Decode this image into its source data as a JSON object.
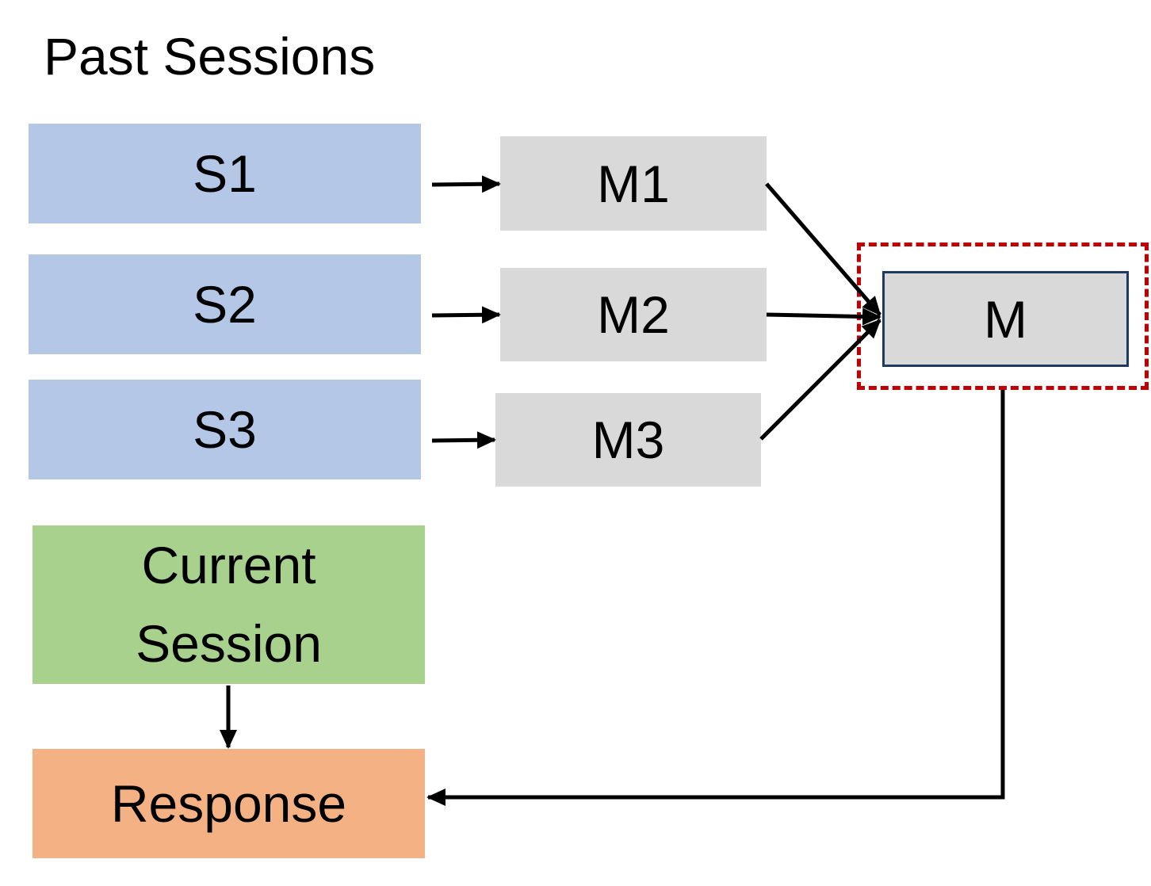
{
  "title": "Past Sessions",
  "sessions": [
    {
      "label": "S1"
    },
    {
      "label": "S2"
    },
    {
      "label": "S3"
    }
  ],
  "memories": [
    {
      "label": "M1"
    },
    {
      "label": "M2"
    },
    {
      "label": "M3"
    }
  ],
  "merged_memory": {
    "label": "M"
  },
  "current_session": {
    "line1": "Current",
    "line2": "Session"
  },
  "response": {
    "label": "Response"
  },
  "colors": {
    "session": "#b4c7e7",
    "memory": "#d9d9d9",
    "current": "#a9d18e",
    "response": "#f4b183",
    "highlight": "#c00000",
    "merged_border": "#1f3a5f"
  }
}
